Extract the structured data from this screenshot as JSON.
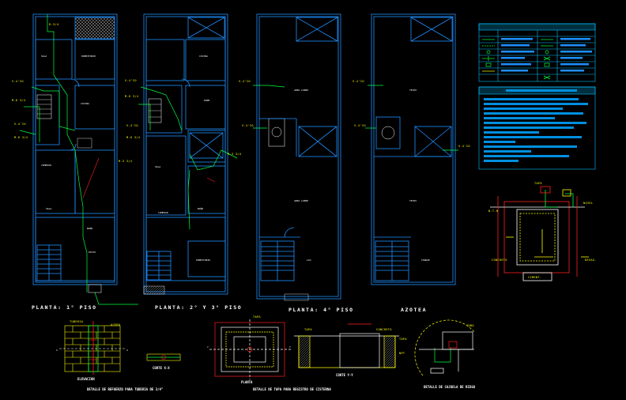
{
  "plan_titles": {
    "floor1": "PLANTA: 1° PISO",
    "floor2": "PLANTA: 2° Y 3° PISO",
    "floor4": "PLANTA: 4° PISO",
    "roof": "AZOTEA"
  },
  "detail_titles": {
    "elevation": "ELEVACION",
    "cut_xx": "CORTE X-X",
    "plan": "PLANTA",
    "cut_yy": "CORTE Y-Y",
    "pipe_detail": "DETALLE DE REFUERZO PARA TUBERIA DE 3/4\"",
    "cistern_detail": "DETALLE DE TAPA PARA REGISTRO DE CISTERNA",
    "box_detail": "DETALLE DE CAJUELA DE RIEGO"
  },
  "section_marks": {
    "x": "X",
    "y": "Y"
  },
  "legend": {
    "accent": "#1e90ff",
    "panel_color": "#00bfff"
  },
  "colors": {
    "walls": "#1e90ff",
    "pipes": "#00ff40",
    "annotations": "#ffff00",
    "labels": "#ffffff",
    "accents": "#ff2020",
    "spec_text": "#00a0ff"
  }
}
